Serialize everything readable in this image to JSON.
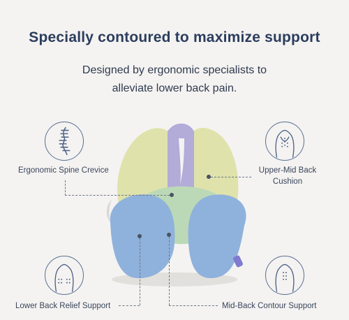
{
  "headline": "Specially contoured to maximize support",
  "subline": {
    "line1": "Designed by ergonomic specialists to",
    "line2": "alleviate lower back pain."
  },
  "features": {
    "spine_crevice": "Ergonomic Spine Crevice",
    "upper_mid_back": {
      "line1": "Upper-Mid Back",
      "line2": "Cushion"
    },
    "lower_back": "Lower Back Relief Support",
    "mid_back": "Mid-Back Contour Support"
  },
  "colors": {
    "heading": "#2b3d5e",
    "icon_outline": "#5a6f93",
    "pillow_upper": "#dfe2ab",
    "pillow_crevice": "#b3abd8",
    "pillow_lower": "#8fb2dc",
    "pillow_mid": "#bcd9b7"
  }
}
